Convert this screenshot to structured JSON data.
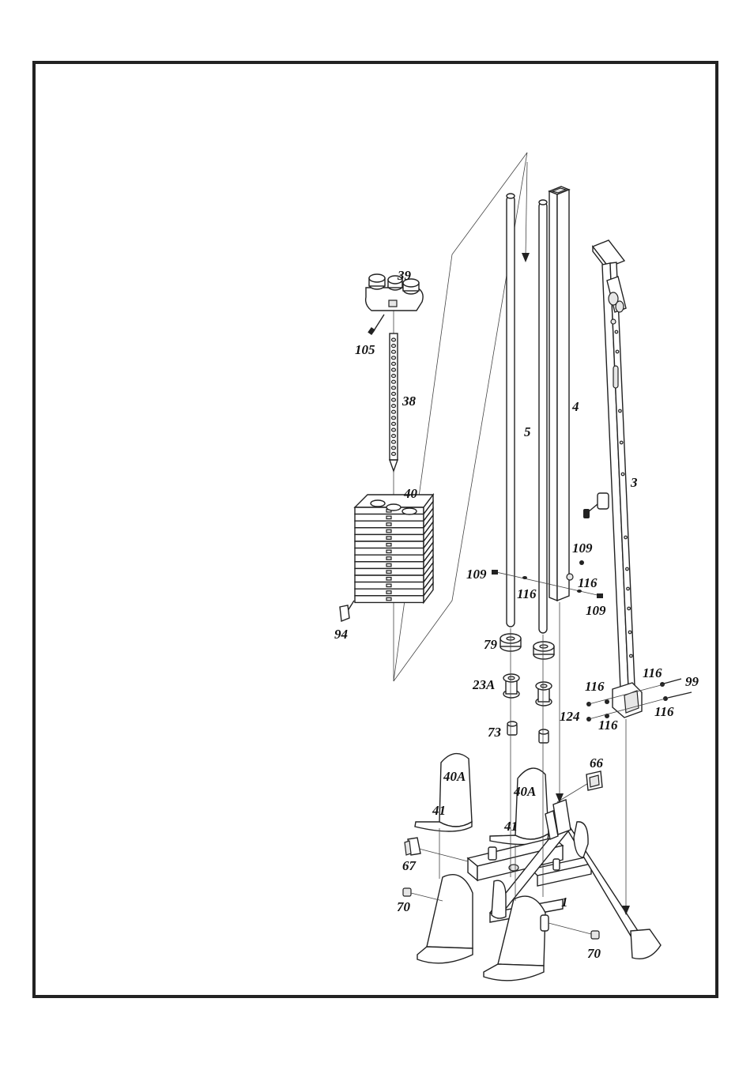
{
  "labels": {
    "p39": "39",
    "p105": "105",
    "p38": "38",
    "p40": "40",
    "p94": "94",
    "p5": "5",
    "p4": "4",
    "p3": "3",
    "p109a": "109",
    "p109b": "109",
    "p109c": "109",
    "p116a": "116",
    "p116b": "116",
    "p116c": "116",
    "p116d": "116",
    "p116e": "116",
    "p116f": "116",
    "p99": "99",
    "p124": "124",
    "p79": "79",
    "p23A": "23A",
    "p73": "73",
    "p40Aa": "40A",
    "p40Ab": "40A",
    "p41a": "41",
    "p41b": "41",
    "p66": "66",
    "p67": "67",
    "p70a": "70",
    "p70b": "70",
    "p1": "1"
  }
}
